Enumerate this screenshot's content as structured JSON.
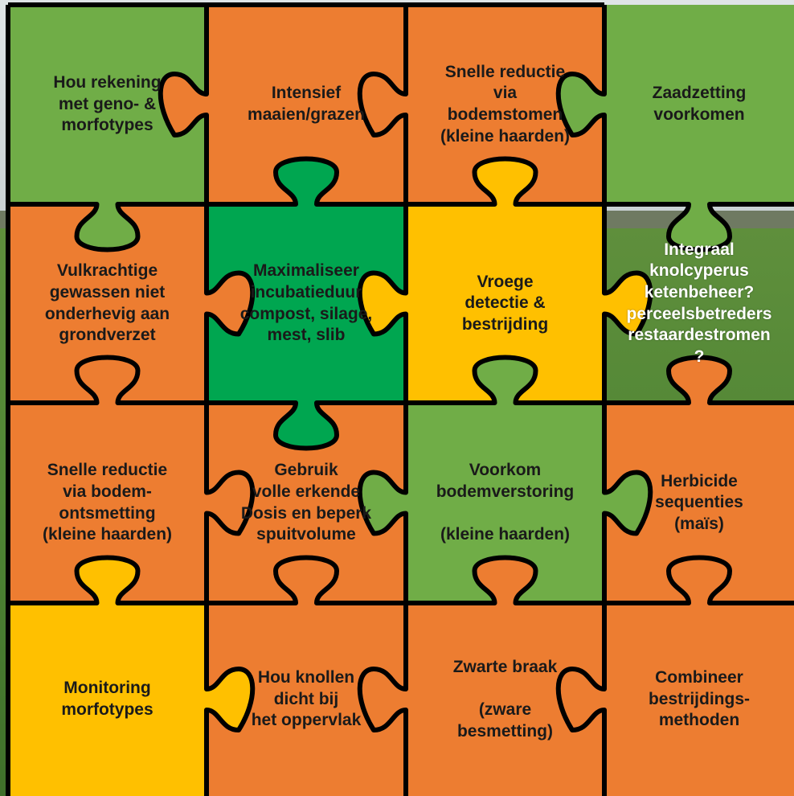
{
  "colors": {
    "orange": "#ED7D31",
    "light_green": "#70AD47",
    "dark_green": "#00A650",
    "yellow": "#FFC000",
    "outline": "#000000"
  },
  "pieces": [
    {
      "id": "p00",
      "row": 0,
      "col": 0,
      "color": "light_green",
      "label": "Hou rekening\nmet geno- &\nmorfotypes"
    },
    {
      "id": "p01",
      "row": 0,
      "col": 1,
      "color": "orange",
      "label": "Intensief\nmaaien/grazen"
    },
    {
      "id": "p02",
      "row": 0,
      "col": 2,
      "color": "orange",
      "label": "Snelle reductie\nvia\nbodemstomen\n(kleine haarden)"
    },
    {
      "id": "p03",
      "row": 0,
      "col": 3,
      "color": "light_green",
      "label": "Zaadzetting\nvoorkomen"
    },
    {
      "id": "p10",
      "row": 1,
      "col": 0,
      "color": "orange",
      "label": "Vulkrachtige\ngewassen niet\nonderhevig aan\ngrondverzet"
    },
    {
      "id": "p11",
      "row": 1,
      "col": 1,
      "color": "dark_green",
      "label": "Maximaliseer\nincubatieduur\ncompost, silage,\nmest, slib"
    },
    {
      "id": "p12",
      "row": 1,
      "col": 2,
      "color": "yellow",
      "label": "Vroege\ndetectie &\nbestrijding"
    },
    {
      "id": "p13",
      "row": 1,
      "col": 3,
      "color": "photo",
      "label": "Integraal\nknolcyperus\nketenbeheer?\nperceelsbetreders\nrestaardestromen\n?"
    },
    {
      "id": "p20",
      "row": 2,
      "col": 0,
      "color": "orange",
      "label": "Snelle reductie\nvia bodem-\nontsmetting\n(kleine haarden)"
    },
    {
      "id": "p21",
      "row": 2,
      "col": 1,
      "color": "orange",
      "label": "Gebruik\nvolle erkende\nDosis en beperk\nspuitvolume"
    },
    {
      "id": "p22",
      "row": 2,
      "col": 2,
      "color": "light_green",
      "label": "Voorkom\nbodemverstoring\n\n(kleine haarden)"
    },
    {
      "id": "p23",
      "row": 2,
      "col": 3,
      "color": "orange",
      "label": "Herbicide\nsequenties\n(maïs)"
    },
    {
      "id": "p30",
      "row": 3,
      "col": 0,
      "color": "yellow",
      "label": "Monitoring\nmorfotypes"
    },
    {
      "id": "p31",
      "row": 3,
      "col": 1,
      "color": "orange",
      "label": "Hou knollen\ndicht bij\nhet oppervlak"
    },
    {
      "id": "p32",
      "row": 3,
      "col": 2,
      "color": "orange",
      "label": "Zwarte braak\n\n(zware\nbesmetting)"
    },
    {
      "id": "p33",
      "row": 3,
      "col": 3,
      "color": "orange",
      "label": "Combineer\nbestrijdings-\nmethoden"
    }
  ]
}
